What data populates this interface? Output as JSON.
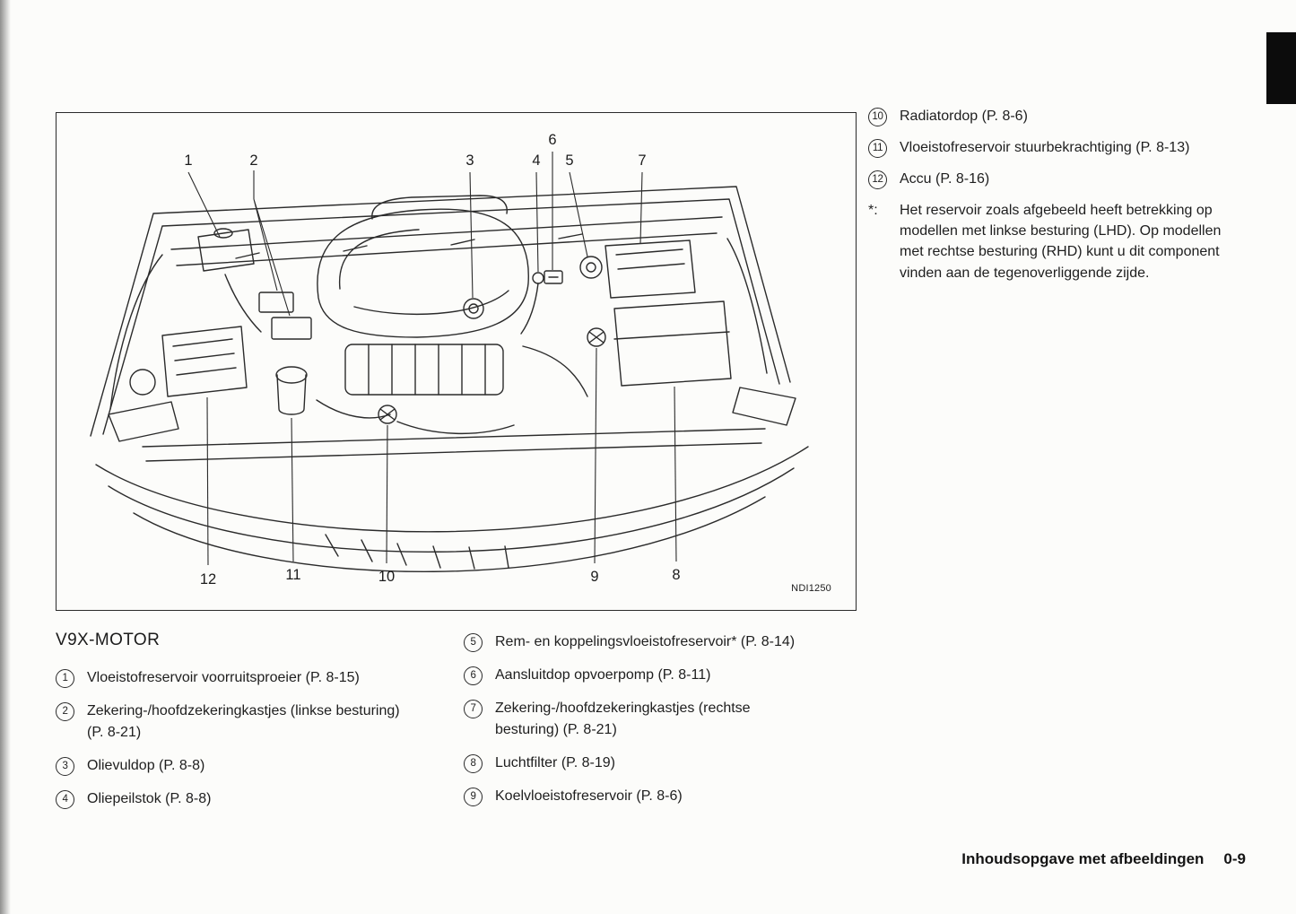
{
  "page": {
    "heading": "V9X-MOTOR",
    "footer_text": "Inhoudsopgave met afbeeldingen",
    "page_number": "0-9"
  },
  "figure": {
    "code": "NDI1250",
    "callout_labels": [
      "1",
      "2",
      "3",
      "4",
      "6",
      "5",
      "7",
      "12",
      "11",
      "10",
      "9",
      "8"
    ]
  },
  "legend_left": [
    {
      "num": "1",
      "text": "Vloeistofreservoir voorruitsproeier (P. 8-15)"
    },
    {
      "num": "2",
      "text": "Zekering-/hoofdzekeringkastjes (linkse besturing) (P. 8-21)"
    },
    {
      "num": "3",
      "text": "Olievuldop (P. 8-8)"
    },
    {
      "num": "4",
      "text": "Oliepeilstok (P. 8-8)"
    }
  ],
  "legend_middle": [
    {
      "num": "5",
      "text": "Rem- en koppelingsvloeistofreservoir* (P. 8-14)"
    },
    {
      "num": "6",
      "text": "Aansluitdop opvoerpomp (P. 8-11)"
    },
    {
      "num": "7",
      "text": "Zekering-/hoofdzekeringkastjes (rechtse besturing) (P. 8-21)"
    },
    {
      "num": "8",
      "text": "Luchtfilter (P. 8-19)"
    },
    {
      "num": "9",
      "text": "Koelvloeistofreservoir (P. 8-6)"
    }
  ],
  "legend_right": [
    {
      "num": "10",
      "text": "Radiatordop (P. 8-6)"
    },
    {
      "num": "11",
      "text": "Vloeistofreservoir stuurbekrachtiging (P. 8-13)"
    },
    {
      "num": "12",
      "text": "Accu (P. 8-16)"
    }
  ],
  "footnote": {
    "marker": "*:",
    "text": "Het reservoir zoals afgebeeld heeft betrekking op modellen met linkse besturing (LHD). Op modellen met rechtse besturing (RHD) kunt u dit component vinden aan de tegenoverliggende zijde."
  }
}
